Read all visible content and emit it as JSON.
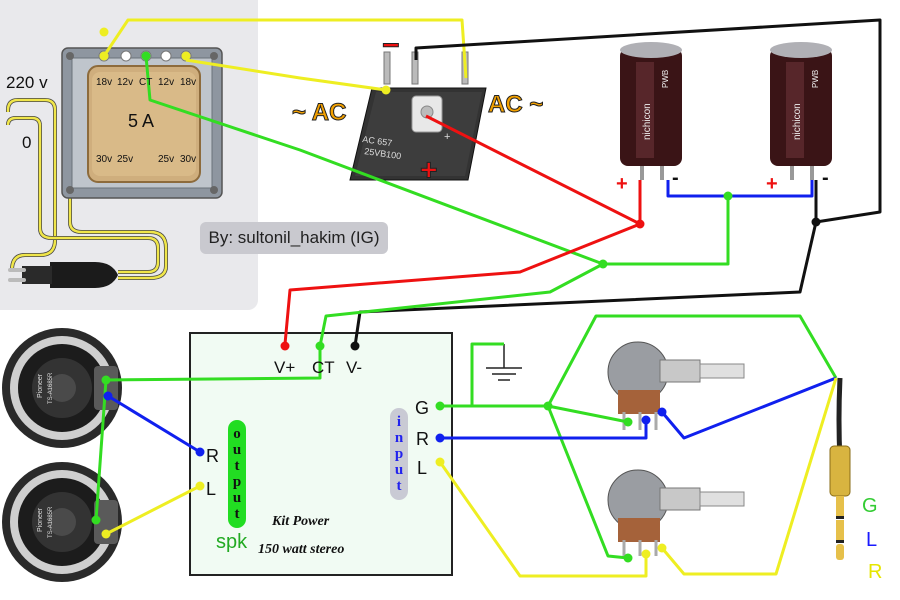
{
  "transformer": {
    "mains_voltage": "220 v",
    "zero_label": "0",
    "top_taps": [
      "18v",
      "12v",
      "CT",
      "12v",
      "18v"
    ],
    "bottom_taps": [
      "30v",
      "25v",
      "25v",
      "30v"
    ],
    "rating": "5 A"
  },
  "credit": "By: sultonil_hakim (IG)",
  "bridge": {
    "ac_left": "~ AC",
    "ac_right": "AC ~",
    "minus": "−",
    "plus": "+",
    "body_text_1": "AC  657",
    "body_text_2": "25VB100",
    "pin_mark": "+"
  },
  "capacitors": {
    "brand_text": "nichicon",
    "series_text": "PWB",
    "plus": "+",
    "minus": "-"
  },
  "kit": {
    "power_labels": [
      "V+",
      "CT",
      "V-"
    ],
    "out_labels": [
      "R",
      "L"
    ],
    "in_labels": [
      "G",
      "R",
      "L"
    ],
    "output_text": "output",
    "input_text": "input",
    "spk_label": "spk",
    "title_line1": "Kit Power",
    "title_line2": "150 watt stereo"
  },
  "speaker": {
    "brand": "Pioneer",
    "model": "TS-A1685R"
  },
  "jack": {
    "labels": [
      "G",
      "L",
      "R"
    ],
    "colors": [
      "#33cc33",
      "#1a1aff",
      "#e6e600"
    ]
  },
  "colors": {
    "green": "#33dd22",
    "red": "#ee1111",
    "black": "#111111",
    "blue": "#1020ee",
    "yellow": "#eeee22",
    "orange": "#f2a000"
  }
}
